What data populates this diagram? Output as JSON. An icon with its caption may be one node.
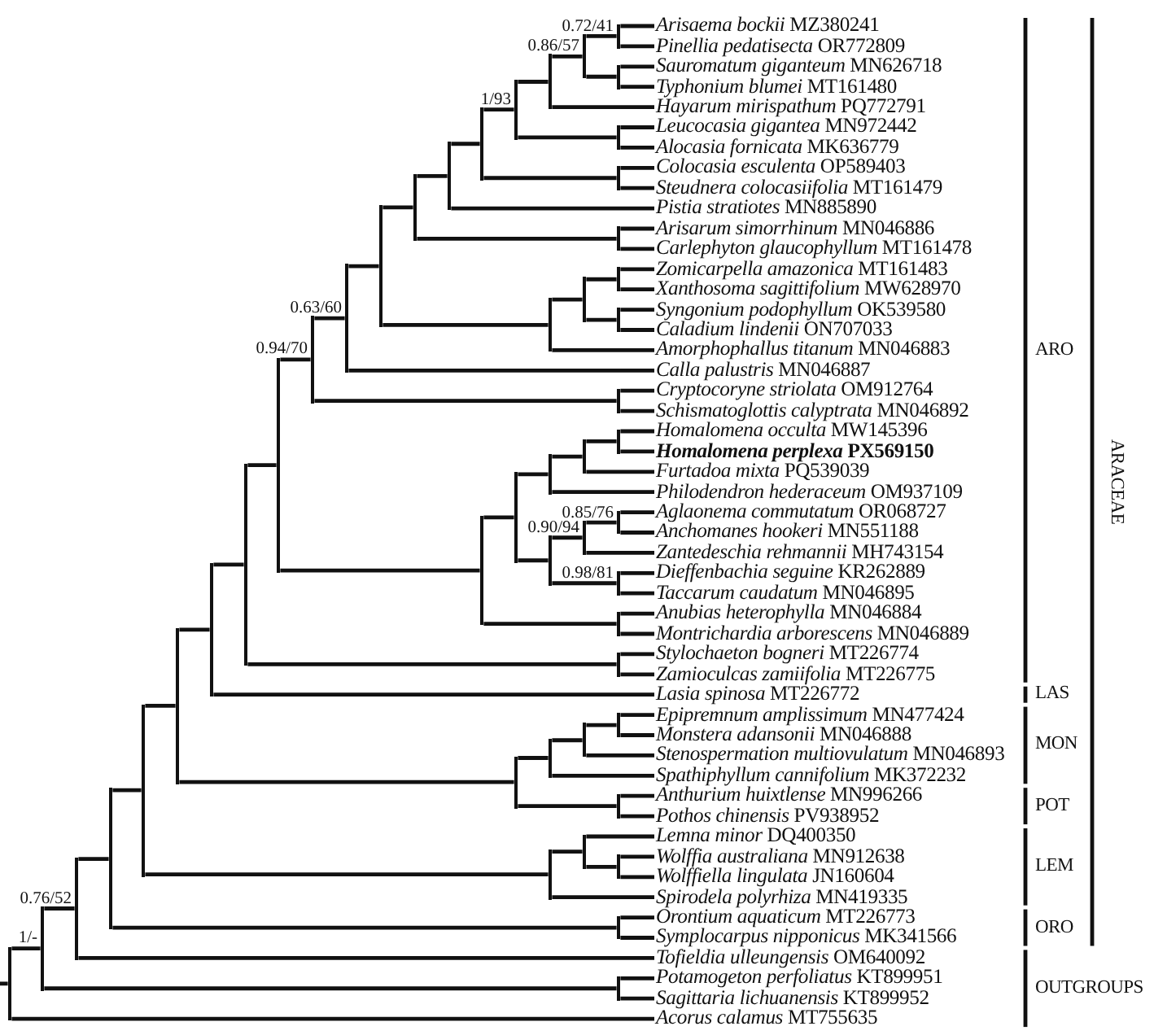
{
  "diagram": {
    "nodes": [
      {
        "text": [
          "*Arisaema bockii* MZ380241"
        ]
      },
      {
        "text": [
          "*Pinellia pedatisecta* OR772809"
        ]
      },
      {
        "text": [
          "*Sauromatum giganteum* MN626718"
        ]
      },
      {
        "text": [
          "*Typhonium blumei* MT161480"
        ]
      },
      {
        "text": [
          "*Hayarum mirispathum* PQ772791"
        ]
      },
      {
        "text": [
          "*Leucocasia gigantea* MN972442"
        ]
      },
      {
        "text": [
          "*Alocasia fornicata* MK636779"
        ]
      },
      {
        "text": [
          "*Colocasia esculenta* OP589403"
        ]
      },
      {
        "text": [
          "*Steudnera colocasiifolia* MT161479"
        ]
      },
      {
        "text": [
          "*Pistia stratiotes* MN885890"
        ]
      },
      {
        "text": [
          "*Arisarum simorrhinum* MN046886"
        ]
      },
      {
        "text": [
          "*Carlephyton glaucophyllum* MT161478"
        ]
      },
      {
        "text": [
          "*Zomicarpella amazonica* MT161483"
        ]
      },
      {
        "text": [
          "*Xanthosoma sagittifolium* MW628970"
        ]
      },
      {
        "text": [
          "*Syngonium podophyllum* OK539580"
        ]
      },
      {
        "text": [
          "*Caladium lindenii* ON707033"
        ]
      },
      {
        "text": [
          "*Amorphophallus titanum* MN046883"
        ]
      },
      {
        "text": [
          "*Calla palustris* MN046887"
        ]
      },
      {
        "text": [
          "*Cryptocoryne striolata* OM912764"
        ]
      },
      {
        "text": [
          "*Schismatoglottis calyptrata* MN046892"
        ]
      },
      {
        "text": [
          "*Homalomena occulta* MW145396"
        ]
      },
      {
        "text": [
          "***Homalomena perplexa* PX569150**"
        ]
      },
      {
        "text": [
          "*Furtadoa mixta* PQ539039"
        ]
      },
      {
        "text": [
          "*Philodendron hederaceum* OM937109"
        ]
      },
      {
        "text": [
          "*Aglaonema commutatum* OR068727"
        ]
      },
      {
        "text": [
          "*Anchomanes hookeri* MN551188"
        ]
      },
      {
        "text": [
          "*Zantedeschia rehmannii* MH743154"
        ]
      },
      {
        "text": [
          "*Dieffenbachia seguine* KR262889"
        ]
      },
      {
        "text": [
          "*Taccarum caudatum* MN046895"
        ]
      },
      {
        "text": [
          "*Anubias heterophylla* MN046884"
        ]
      },
      {
        "text": [
          "*Montrichardia arborescens* MN046889"
        ]
      },
      {
        "text": [
          "*Stylochaeton bogneri* MT226774"
        ]
      },
      {
        "text": [
          "*Zamioculcas zamiifolia* MT226775"
        ]
      },
      {
        "text": [
          "*Lasia spinosa* MT226772"
        ]
      },
      {
        "text": [
          "*Epipremnum amplissimum* MN477424"
        ]
      },
      {
        "text": [
          "*Monstera adansonii* MN046888"
        ]
      },
      {
        "text": [
          "*Stenospermation multiovulatum* MN046893"
        ]
      },
      {
        "text": [
          "*Spathiphyllum cannifolium* MK372232"
        ]
      },
      {
        "text": [
          "*Anthurium huixtlense* MN996266"
        ]
      },
      {
        "text": [
          "*Pothos chinensis* PV938952"
        ]
      },
      {
        "text": [
          "*Lemna minor* DQ400350"
        ]
      },
      {
        "text": [
          "*Wolffia australiana* MN912638"
        ]
      },
      {
        "text": [
          "*Wolffiella lingulata* JN160604"
        ]
      },
      {
        "text": [
          "*Spirodela polyrhiza* MN419335"
        ]
      },
      {
        "text": [
          "*Orontium aquaticum* MT226773"
        ]
      },
      {
        "text": [
          "*Symplocarpus nipponicus* MK341566"
        ]
      },
      {
        "text": [
          "*Tofieldia ulleungensis* OM640092"
        ]
      },
      {
        "text": [
          "*Potamogeton perfoliatus* KT899951"
        ]
      },
      {
        "text": [
          "*Sagittaria lichuanensis* KT899952"
        ]
      },
      {
        "text": [
          "*Acorus calamus* MT755635"
        ]
      },
      {
        "text": [],
        "shape": "bar",
        "beside": [
          "0.72/41"
        ]
      },
      {
        "text": [],
        "shape": "bar"
      },
      {
        "text": [],
        "shape": "bar",
        "beside": [
          "0.86/57"
        ]
      },
      {
        "text": [],
        "shape": "bar"
      },
      {
        "text": [],
        "shape": "bar"
      },
      {
        "text": [],
        "shape": "bar",
        "beside": [
          "1/93"
        ]
      },
      {
        "text": [],
        "shape": "bar"
      },
      {
        "text": [],
        "shape": "bar"
      },
      {
        "text": [],
        "shape": "bar"
      },
      {
        "text": [],
        "shape": "bar"
      },
      {
        "text": [],
        "shape": "bar"
      },
      {
        "text": [],
        "shape": "bar"
      },
      {
        "text": [],
        "shape": "bar"
      },
      {
        "text": [],
        "shape": "bar"
      },
      {
        "text": [],
        "shape": "bar"
      },
      {
        "text": [],
        "shape": "bar"
      },
      {
        "text": [],
        "shape": "bar",
        "beside": [
          "0.63/60"
        ]
      },
      {
        "text": [],
        "shape": "bar"
      },
      {
        "text": [],
        "shape": "bar",
        "beside": [
          "0.94/70"
        ]
      },
      {
        "text": [],
        "shape": "bar"
      },
      {
        "text": [],
        "shape": "bar"
      },
      {
        "text": [],
        "shape": "bar"
      },
      {
        "text": [],
        "shape": "bar",
        "beside": [
          "0.85/76"
        ]
      },
      {
        "text": [],
        "shape": "bar",
        "beside": [
          "0.90/94"
        ]
      },
      {
        "text": [],
        "shape": "bar",
        "beside": [
          "0.98/81"
        ]
      },
      {
        "text": [],
        "shape": "bar"
      },
      {
        "text": [],
        "shape": "bar"
      },
      {
        "text": [],
        "shape": "bar"
      },
      {
        "text": [],
        "shape": "bar"
      },
      {
        "text": [],
        "shape": "bar"
      },
      {
        "text": [],
        "shape": "bar"
      },
      {
        "text": [],
        "shape": "bar"
      },
      {
        "text": [],
        "shape": "bar"
      },
      {
        "text": [],
        "shape": "bar"
      },
      {
        "text": [],
        "shape": "bar"
      },
      {
        "text": [],
        "shape": "bar"
      },
      {
        "text": [],
        "shape": "bar"
      },
      {
        "text": [],
        "shape": "bar"
      },
      {
        "text": [],
        "shape": "bar"
      },
      {
        "text": [],
        "shape": "bar"
      },
      {
        "text": [],
        "shape": "bar"
      },
      {
        "text": [],
        "shape": "bar"
      },
      {
        "text": [],
        "shape": "bar"
      },
      {
        "text": [],
        "shape": "bar"
      },
      {
        "text": [],
        "shape": "bar"
      },
      {
        "text": [],
        "shape": "bar",
        "beside": [
          "0.76/52"
        ]
      },
      {
        "text": [],
        "shape": "bar"
      },
      {
        "text": [],
        "shape": "bar",
        "beside": [
          "1/-"
        ]
      },
      {
        "text": [],
        "shape": "bar"
      }
    ],
    "edges": [
      {
        "from": 50,
        "to": 0,
        "arrow": "none"
      },
      {
        "from": 50,
        "to": 1,
        "arrow": "none"
      },
      {
        "from": 51,
        "to": 2,
        "arrow": "none"
      },
      {
        "from": 51,
        "to": 3,
        "arrow": "none"
      },
      {
        "from": 52,
        "to": 50,
        "arrow": "none"
      },
      {
        "from": 52,
        "to": 51,
        "arrow": "none"
      },
      {
        "from": 53,
        "to": 52,
        "arrow": "none"
      },
      {
        "from": 53,
        "to": 4,
        "arrow": "none"
      },
      {
        "from": 54,
        "to": 5,
        "arrow": "none"
      },
      {
        "from": 54,
        "to": 6,
        "arrow": "none"
      },
      {
        "from": 55,
        "to": 53,
        "arrow": "none"
      },
      {
        "from": 55,
        "to": 54,
        "arrow": "none"
      },
      {
        "from": 56,
        "to": 7,
        "arrow": "none"
      },
      {
        "from": 56,
        "to": 8,
        "arrow": "none"
      },
      {
        "from": 57,
        "to": 55,
        "arrow": "none"
      },
      {
        "from": 57,
        "to": 56,
        "arrow": "none"
      },
      {
        "from": 58,
        "to": 57,
        "arrow": "none"
      },
      {
        "from": 58,
        "to": 9,
        "arrow": "none"
      },
      {
        "from": 59,
        "to": 10,
        "arrow": "none"
      },
      {
        "from": 59,
        "to": 11,
        "arrow": "none"
      },
      {
        "from": 60,
        "to": 58,
        "arrow": "none"
      },
      {
        "from": 60,
        "to": 59,
        "arrow": "none"
      },
      {
        "from": 61,
        "to": 12,
        "arrow": "none"
      },
      {
        "from": 61,
        "to": 13,
        "arrow": "none"
      },
      {
        "from": 62,
        "to": 14,
        "arrow": "none"
      },
      {
        "from": 62,
        "to": 15,
        "arrow": "none"
      },
      {
        "from": 63,
        "to": 61,
        "arrow": "none"
      },
      {
        "from": 63,
        "to": 62,
        "arrow": "none"
      },
      {
        "from": 64,
        "to": 63,
        "arrow": "none"
      },
      {
        "from": 64,
        "to": 16,
        "arrow": "none"
      },
      {
        "from": 65,
        "to": 60,
        "arrow": "none"
      },
      {
        "from": 65,
        "to": 64,
        "arrow": "none"
      },
      {
        "from": 66,
        "to": 65,
        "arrow": "none"
      },
      {
        "from": 66,
        "to": 17,
        "arrow": "none"
      },
      {
        "from": 67,
        "to": 18,
        "arrow": "none"
      },
      {
        "from": 67,
        "to": 19,
        "arrow": "none"
      },
      {
        "from": 68,
        "to": 66,
        "arrow": "none"
      },
      {
        "from": 68,
        "to": 67,
        "arrow": "none"
      },
      {
        "from": 69,
        "to": 20,
        "arrow": "none"
      },
      {
        "from": 69,
        "to": 21,
        "arrow": "none"
      },
      {
        "from": 70,
        "to": 69,
        "arrow": "none"
      },
      {
        "from": 70,
        "to": 22,
        "arrow": "none"
      },
      {
        "from": 71,
        "to": 70,
        "arrow": "none"
      },
      {
        "from": 71,
        "to": 23,
        "arrow": "none"
      },
      {
        "from": 72,
        "to": 24,
        "arrow": "none"
      },
      {
        "from": 72,
        "to": 25,
        "arrow": "none"
      },
      {
        "from": 73,
        "to": 72,
        "arrow": "none"
      },
      {
        "from": 73,
        "to": 26,
        "arrow": "none"
      },
      {
        "from": 74,
        "to": 27,
        "arrow": "none"
      },
      {
        "from": 74,
        "to": 28,
        "arrow": "none"
      },
      {
        "from": 75,
        "to": 73,
        "arrow": "none"
      },
      {
        "from": 75,
        "to": 74,
        "arrow": "none"
      },
      {
        "from": 76,
        "to": 71,
        "arrow": "none"
      },
      {
        "from": 76,
        "to": 75,
        "arrow": "none"
      },
      {
        "from": 77,
        "to": 29,
        "arrow": "none"
      },
      {
        "from": 77,
        "to": 30,
        "arrow": "none"
      },
      {
        "from": 78,
        "to": 76,
        "arrow": "none"
      },
      {
        "from": 78,
        "to": 77,
        "arrow": "none"
      },
      {
        "from": 79,
        "to": 68,
        "arrow": "none"
      },
      {
        "from": 79,
        "to": 78,
        "arrow": "none"
      },
      {
        "from": 80,
        "to": 31,
        "arrow": "none"
      },
      {
        "from": 80,
        "to": 32,
        "arrow": "none"
      },
      {
        "from": 81,
        "to": 79,
        "arrow": "none"
      },
      {
        "from": 81,
        "to": 80,
        "arrow": "none"
      },
      {
        "from": 82,
        "to": 81,
        "arrow": "none"
      },
      {
        "from": 82,
        "to": 33,
        "arrow": "none"
      },
      {
        "from": 83,
        "to": 34,
        "arrow": "none"
      },
      {
        "from": 83,
        "to": 35,
        "arrow": "none"
      },
      {
        "from": 84,
        "to": 83,
        "arrow": "none"
      },
      {
        "from": 84,
        "to": 36,
        "arrow": "none"
      },
      {
        "from": 85,
        "to": 84,
        "arrow": "none"
      },
      {
        "from": 85,
        "to": 37,
        "arrow": "none"
      },
      {
        "from": 86,
        "to": 38,
        "arrow": "none"
      },
      {
        "from": 86,
        "to": 39,
        "arrow": "none"
      },
      {
        "from": 87,
        "to": 85,
        "arrow": "none"
      },
      {
        "from": 87,
        "to": 86,
        "arrow": "none"
      },
      {
        "from": 88,
        "to": 82,
        "arrow": "none"
      },
      {
        "from": 88,
        "to": 87,
        "arrow": "none"
      },
      {
        "from": 89,
        "to": 41,
        "arrow": "none"
      },
      {
        "from": 89,
        "to": 42,
        "arrow": "none"
      },
      {
        "from": 90,
        "to": 40,
        "arrow": "none"
      },
      {
        "from": 90,
        "to": 89,
        "arrow": "none"
      },
      {
        "from": 91,
        "to": 90,
        "arrow": "none"
      },
      {
        "from": 91,
        "to": 43,
        "arrow": "none"
      },
      {
        "from": 92,
        "to": 88,
        "arrow": "none"
      },
      {
        "from": 92,
        "to": 91,
        "arrow": "none"
      },
      {
        "from": 93,
        "to": 44,
        "arrow": "none"
      },
      {
        "from": 93,
        "to": 45,
        "arrow": "none"
      },
      {
        "from": 94,
        "to": 92,
        "arrow": "none"
      },
      {
        "from": 94,
        "to": 93,
        "arrow": "none"
      },
      {
        "from": 95,
        "to": 94,
        "arrow": "none"
      },
      {
        "from": 95,
        "to": 46,
        "arrow": "none"
      },
      {
        "from": 96,
        "to": 47,
        "arrow": "none"
      },
      {
        "from": 96,
        "to": 48,
        "arrow": "none"
      },
      {
        "from": 97,
        "to": 95,
        "arrow": "none"
      },
      {
        "from": 97,
        "to": 96,
        "arrow": "none"
      },
      {
        "from": 98,
        "to": 97,
        "arrow": "none"
      },
      {
        "from": 98,
        "to": 49,
        "arrow": "none"
      },
      {
        "from": null,
        "to": 98,
        "arrow": "none"
      }
    ],
    "labels": [
      "ARO",
      "LAS",
      "MON",
      "POT",
      "LEM",
      "ORO",
      "OUTGROUPS",
      "ARACEAE"
    ]
  }
}
